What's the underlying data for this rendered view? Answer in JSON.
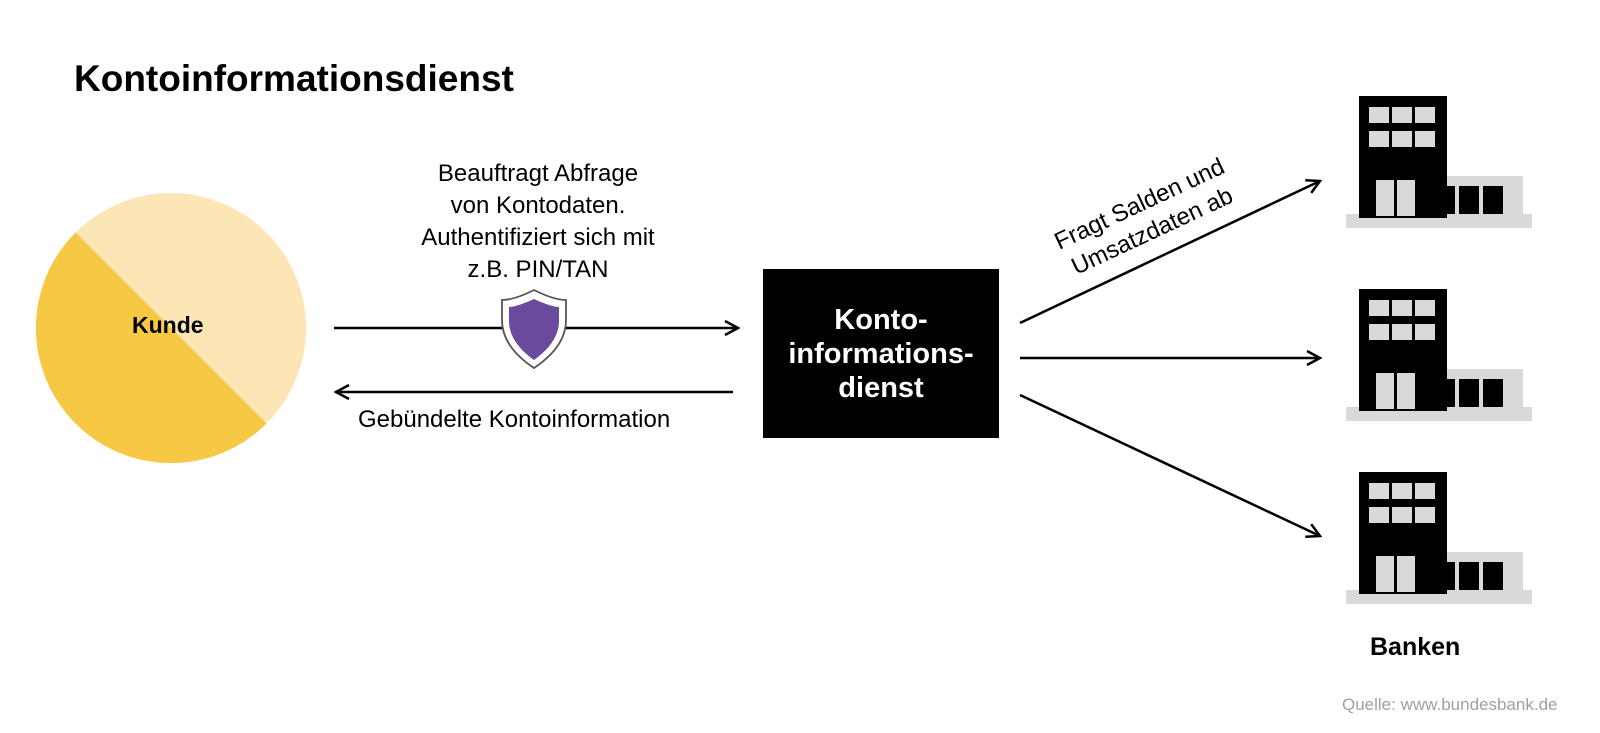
{
  "title": "Kontoinformationsdienst",
  "customer": {
    "label": "Kunde",
    "colors": {
      "light": "#fce6b5",
      "dark": "#f6c844"
    }
  },
  "request_arrow": {
    "lines": [
      "Beauftragt Abfrage",
      "von Kontodaten.",
      "Authentifiziert sich mit",
      "z.B. PIN/TAN"
    ],
    "icon": "shield-icon",
    "shield_color": "#6a4a9c"
  },
  "return_arrow": {
    "label": "Gebündelte Kontoinformation"
  },
  "service_box": {
    "lines": [
      "Konto-",
      "informations-",
      "dienst"
    ]
  },
  "bank_query": {
    "lines": [
      "Fragt Salden und",
      "Umsatzdaten ab"
    ]
  },
  "banks": {
    "label": "Banken",
    "icon": "bank-building-icon",
    "count": 3
  },
  "source": "Quelle: www.bundesbank.de"
}
